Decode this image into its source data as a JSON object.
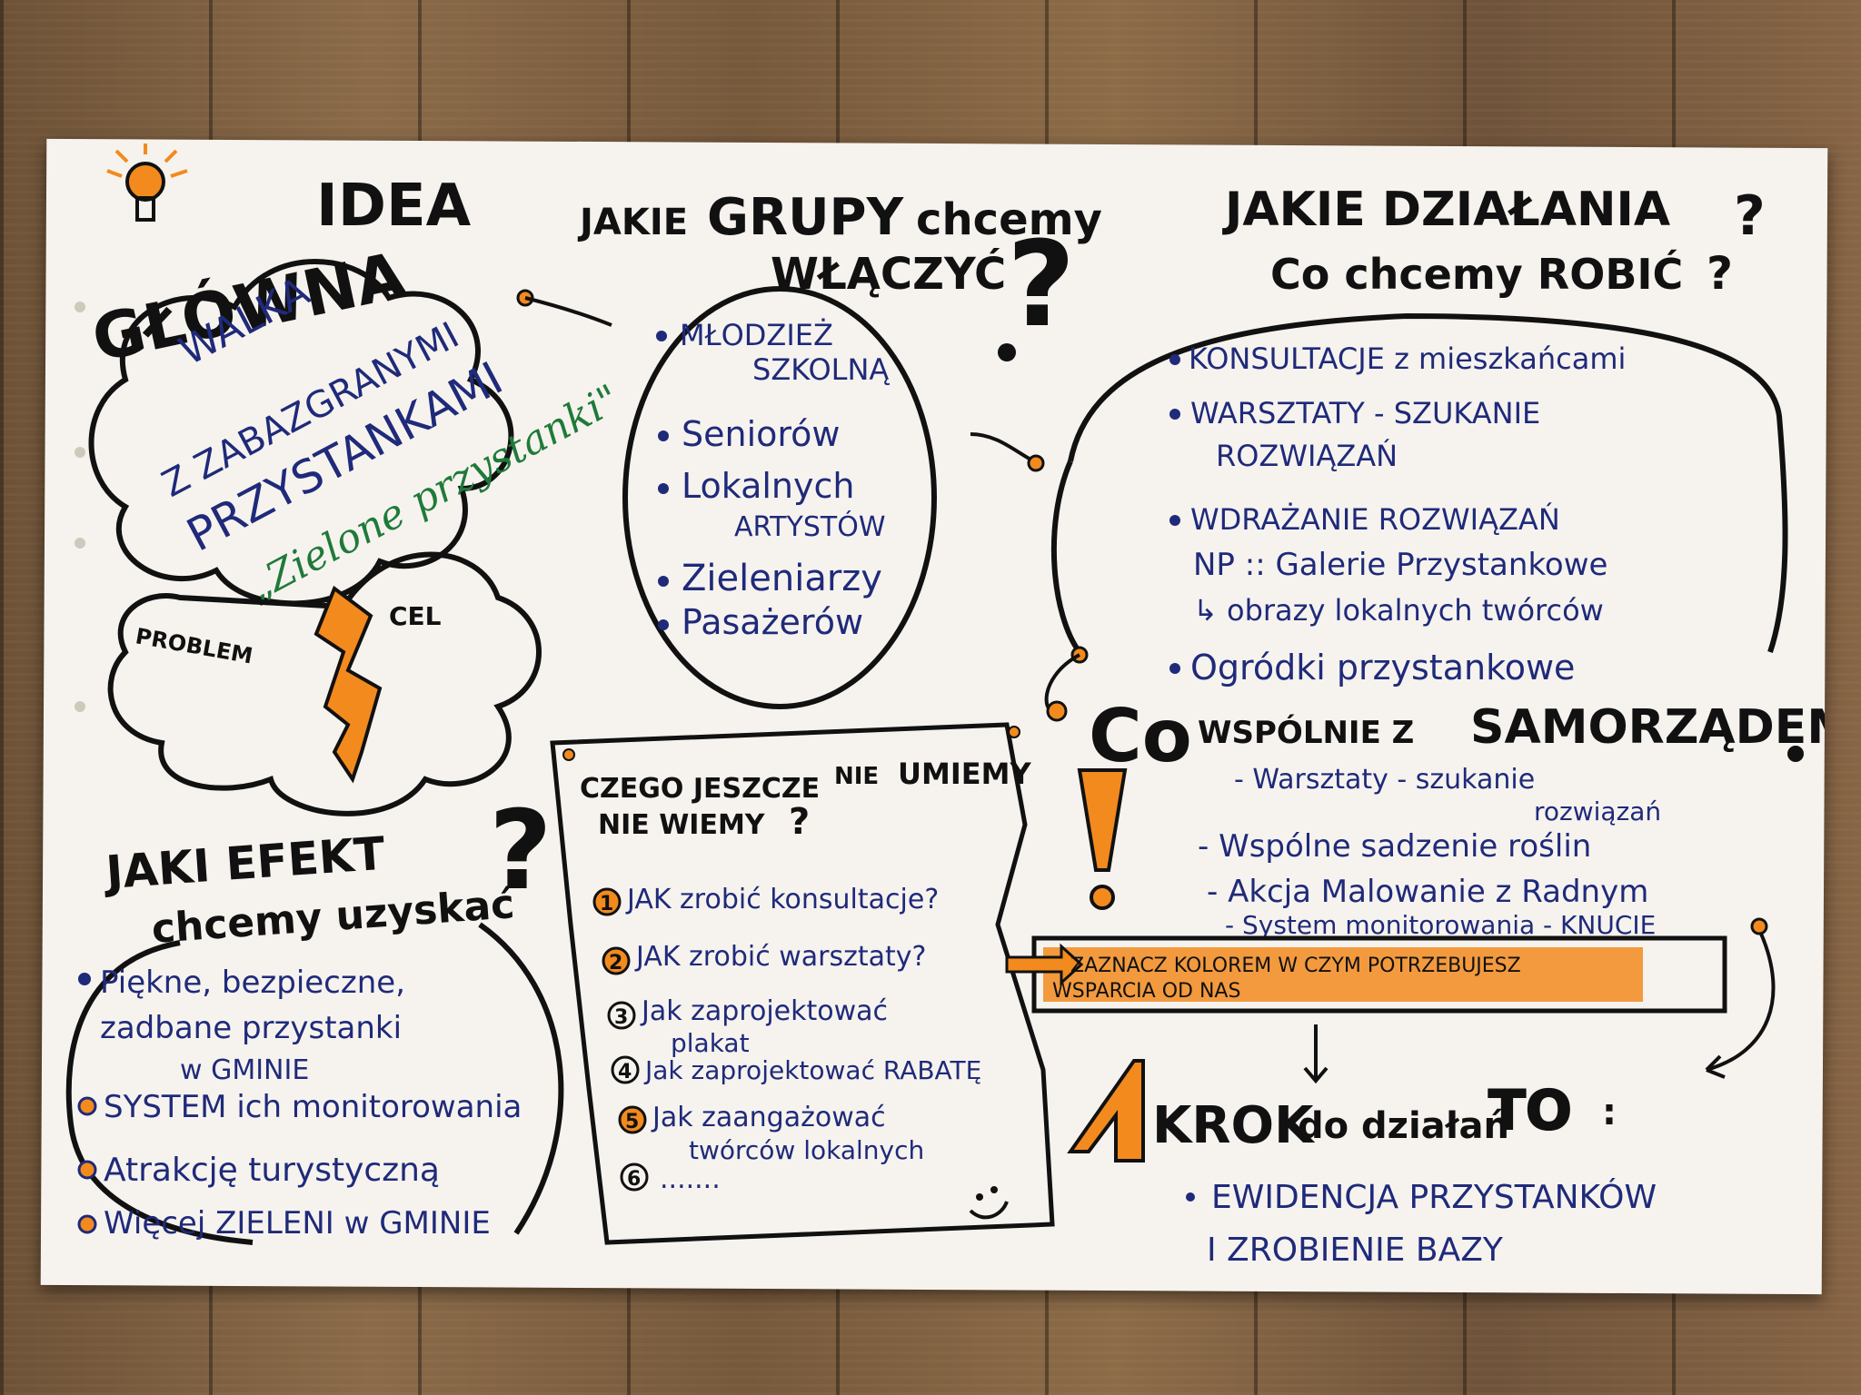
{
  "colors": {
    "blue_ink": "#1f2a7a",
    "black_ink": "#111111",
    "orange": "#f28a1e",
    "green_ink": "#1f7a3a",
    "paper": "#f6f3ee"
  },
  "main_idea": {
    "heading_1": "GŁÓWNA",
    "heading_2": "IDEA",
    "line_1": "WALKA",
    "line_2": "Z ZABAZGRANYMI",
    "line_3": "PRZYSTANKAMI",
    "green_text": "„Zielone przystanki\"",
    "problem": "PROBLEM",
    "goal": "CEL"
  },
  "effect": {
    "title_1": "JAKI EFEKT",
    "title_2": "chcemy uzyskać",
    "items": [
      "Piękne, bezpieczne,",
      "zadbane przystanki",
      "w GMINIE",
      "SYSTEM ich monitorowania",
      "Atrakcję turystyczną",
      "Więcej ZIELENI w GMINIE"
    ]
  },
  "groups": {
    "title_1": "JAKIE",
    "title_2": "GRUPY",
    "title_3": "chcemy",
    "title_4": "WŁĄCZYĆ",
    "items": [
      "MŁODZIEŻ",
      "SZKOLNĄ",
      "Seniorów",
      "Lokalnych",
      "ARTYSTÓW",
      "Zieleniarzy",
      "Pasażerów"
    ]
  },
  "unknowns": {
    "title_1": "CZEGO JESZCZE",
    "title_2": "NIE",
    "title_3": "UMIEMY",
    "title_4": "NIE WIEMY",
    "items": [
      {
        "n": "1",
        "text": "JAK zrobić konsultacje?"
      },
      {
        "n": "2",
        "text": "JAK zrobić warsztaty?"
      },
      {
        "n": "3",
        "text": "Jak zaprojektować"
      },
      {
        "n": "",
        "text": "plakat"
      },
      {
        "n": "4",
        "text": "Jak zaprojektować RABATĘ"
      },
      {
        "n": "5",
        "text": "Jak zaangażować"
      },
      {
        "n": "",
        "text": "twórców lokalnych"
      },
      {
        "n": "6",
        "text": "......."
      }
    ]
  },
  "actions": {
    "title_1": "JAKIE DZIAŁANIA",
    "title_2": "Co chcemy ROBIĆ",
    "items": [
      "KONSULTACJE z mieszkańcami",
      "WARSZTATY - SZUKANIE",
      "ROZWIĄZAŃ",
      "WDRAŻANIE ROZWIĄZAŃ",
      "NP :: Galerie Przystankowe",
      "↳ obrazy lokalnych twórców",
      "Ogródki przystankowe"
    ]
  },
  "together": {
    "title_1": "Co",
    "title_2": "WSPÓLNIE Z",
    "title_3": "SAMORZĄDEM",
    "items": [
      "- Warsztaty - szukanie",
      "rozwiązań",
      "- Wspólne sadzenie roślin",
      "- Akcja Malowanie z Radnym",
      "- System monitorowania - KNUCIE"
    ]
  },
  "note": {
    "line_1": "ZAZNACZ KOLOREM W CZYM POTRZEBUJESZ",
    "line_2": "WSPARCIA OD NAS"
  },
  "first_step": {
    "number": "1",
    "title_1": "KROK",
    "title_2": "do działań",
    "title_3": "TO",
    "items": [
      "EWIDENCJA PRZYSTANKÓW",
      "I ZROBIENIE BAZY"
    ]
  }
}
